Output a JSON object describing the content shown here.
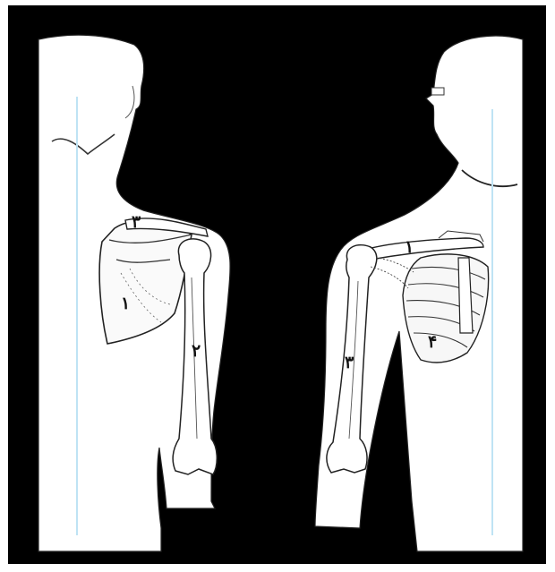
{
  "labels": {
    "back_view": {
      "scapula_number": "۱",
      "humerus_number": "۲",
      "clavicle_number": "۳"
    },
    "front_view": {
      "clavicle_number": "۱",
      "humerus_number": "۳",
      "ribcage_number": "۴"
    }
  },
  "colors": {
    "background": "#000000",
    "figure": "#ffffff",
    "guide_line": "#bfe3f4",
    "bone_outline": "#222222"
  }
}
